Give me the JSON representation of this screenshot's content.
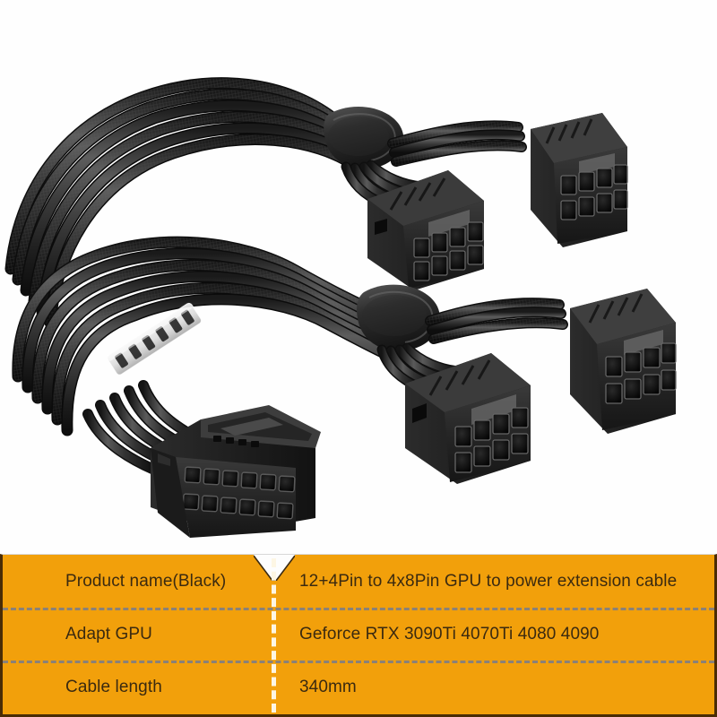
{
  "photo": {
    "alt_description": "Black sleeved 12+4Pin (12VHPWR) to 4x8Pin GPU power extension splitter cable on white background",
    "background_color": "#ffffff",
    "cable_color": "#2b2b2b",
    "connectors": [
      {
        "name": "12+4pin-12vhpwr-connector",
        "label": "12+4Pin",
        "pin_rows": 2,
        "pin_cols": 6,
        "sideband_pins": 4
      },
      {
        "name": "8pin-pcie-connector-top-left",
        "label": "8Pin",
        "pin_rows": 2,
        "pin_cols": 4
      },
      {
        "name": "8pin-pcie-connector-top-right",
        "label": "8Pin",
        "pin_rows": 2,
        "pin_cols": 4
      },
      {
        "name": "8pin-pcie-connector-bottom-left",
        "label": "8Pin",
        "pin_rows": 2,
        "pin_cols": 4
      },
      {
        "name": "8pin-pcie-connector-bottom-right",
        "label": "8Pin",
        "pin_rows": 2,
        "pin_cols": 4
      }
    ],
    "splitters": 2,
    "cable_combs": 1
  },
  "spec_table": {
    "background_color": "#F2A00B",
    "border_color": "#4a2c05",
    "text_color": "#3b2a10",
    "divider_color": "#8a8178",
    "vertical_divider_color": "#fdf6e4",
    "rows": [
      {
        "label": "Product name(Black)",
        "value": "12+4Pin to 4x8Pin GPU to power extension cable"
      },
      {
        "label": "Adapt GPU",
        "value": "Geforce RTX 3090Ti 4070Ti 4080 4090"
      },
      {
        "label": "Cable length",
        "value": "340mm"
      }
    ]
  }
}
